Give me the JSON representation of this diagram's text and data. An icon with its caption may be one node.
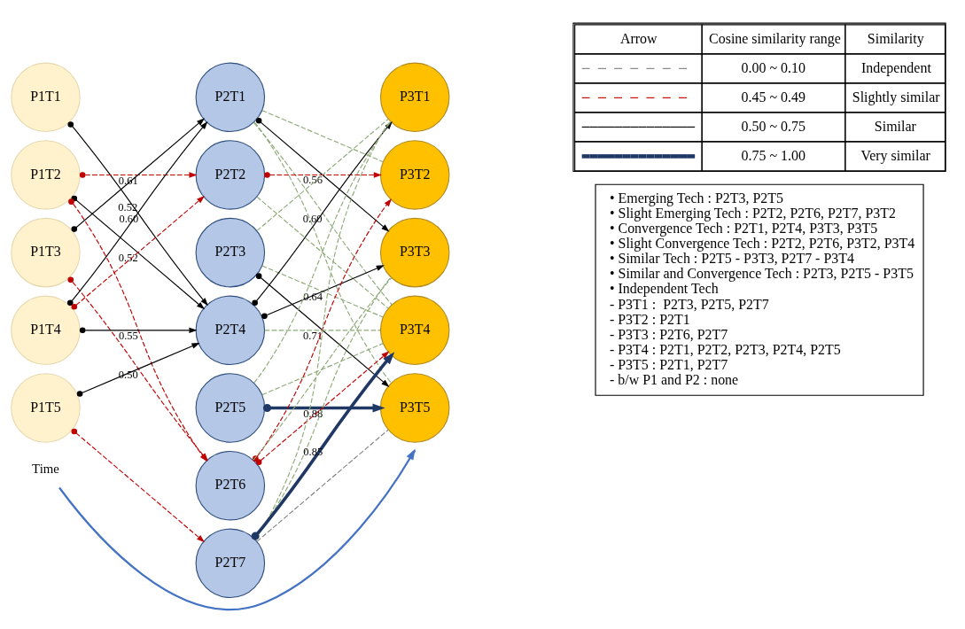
{
  "diagram": {
    "nodes": [
      {
        "text": [
          "P1T1"
        ]
      },
      {
        "text": [
          "P1T2"
        ]
      },
      {
        "text": [
          "P1T3"
        ]
      },
      {
        "text": [
          "P1T4"
        ]
      },
      {
        "text": [
          "P1T5"
        ]
      },
      {
        "text": [
          "P2T1"
        ]
      },
      {
        "text": [
          "P2T2"
        ]
      },
      {
        "text": [
          "P2T3"
        ]
      },
      {
        "text": [
          "P2T4"
        ]
      },
      {
        "text": [
          "P2T5"
        ]
      },
      {
        "text": [
          "P2T6"
        ]
      },
      {
        "text": [
          "P2T7"
        ]
      },
      {
        "text": [
          "P3T1"
        ]
      },
      {
        "text": [
          "P3T2"
        ]
      },
      {
        "text": [
          "P3T3"
        ]
      },
      {
        "text": [
          "P3T4"
        ]
      },
      {
        "text": [
          "P3T5"
        ]
      }
    ],
    "edges": [
      {
        "from": 0,
        "to": 8,
        "arrow": "to",
        "label": "0.60",
        "color": "#000000"
      },
      {
        "from": 1,
        "to": 8,
        "arrow": "to",
        "label": "0.52",
        "color": "#000000"
      },
      {
        "from": 1,
        "to": 6,
        "arrow": "to",
        "style": "dashed",
        "color": "#c00000"
      },
      {
        "from": 1,
        "to": 10,
        "arrow": "to",
        "style": "dashed",
        "color": "#c00000"
      },
      {
        "from": 2,
        "to": 5,
        "arrow": "to",
        "label": "0.61",
        "color": "#000000"
      },
      {
        "from": 2,
        "to": 10,
        "arrow": "to",
        "style": "dashed",
        "color": "#c00000"
      },
      {
        "from": 3,
        "to": 5,
        "arrow": "to",
        "label": "0.52",
        "color": "#000000"
      },
      {
        "from": 3,
        "to": 8,
        "arrow": "to",
        "label": "0.55",
        "color": "#000000"
      },
      {
        "from": 3,
        "to": 6,
        "arrow": "to",
        "style": "dashed",
        "color": "#c00000"
      },
      {
        "from": 4,
        "to": 8,
        "arrow": "to",
        "label": "0.50",
        "color": "#000000"
      },
      {
        "from": 4,
        "to": 11,
        "arrow": "to",
        "style": "dashed",
        "color": "#c00000"
      },
      {
        "from": 5,
        "to": 14,
        "arrow": "to",
        "label": "0.56",
        "color": "#000000"
      },
      {
        "from": 5,
        "to": 13,
        "arrow": "none",
        "style": "dashed",
        "color": "#8faa78"
      },
      {
        "from": 5,
        "to": 15,
        "arrow": "none",
        "style": "dashed",
        "color": "#8faa78"
      },
      {
        "from": 5,
        "to": 16,
        "arrow": "none",
        "style": "dashed",
        "color": "#8faa78"
      },
      {
        "from": 6,
        "to": 13,
        "arrow": "to",
        "style": "dashed",
        "color": "#c00000"
      },
      {
        "from": 6,
        "to": 15,
        "arrow": "none",
        "style": "dashed",
        "color": "#8faa78"
      },
      {
        "from": 7,
        "to": 16,
        "arrow": "to",
        "label": "0.71",
        "color": "#000000"
      },
      {
        "from": 7,
        "to": 12,
        "arrow": "none",
        "style": "dashed",
        "color": "#8faa78"
      },
      {
        "from": 7,
        "to": 15,
        "arrow": "none",
        "style": "dashed",
        "color": "#8faa78"
      },
      {
        "from": 8,
        "to": 12,
        "arrow": "to",
        "label": "0.60",
        "color": "#000000"
      },
      {
        "from": 8,
        "to": 14,
        "arrow": "to",
        "label": "0.64",
        "color": "#000000"
      },
      {
        "from": 8,
        "to": 15,
        "arrow": "none",
        "style": "dashed",
        "color": "#8faa78"
      },
      {
        "from": 9,
        "to": 16,
        "arrow": "to",
        "label": "0.88",
        "style": "thick",
        "color": "#1f3864"
      },
      {
        "from": 9,
        "to": 12,
        "arrow": "none",
        "style": "dashed",
        "color": "#8faa78"
      },
      {
        "from": 9,
        "to": 15,
        "arrow": "none",
        "style": "dashed",
        "color": "#8faa78"
      },
      {
        "from": 10,
        "to": 13,
        "arrow": "to",
        "style": "dashed",
        "color": "#c00000"
      },
      {
        "from": 10,
        "to": 15,
        "arrow": "to",
        "style": "dashed",
        "color": "#c00000"
      },
      {
        "from": 10,
        "to": 14,
        "arrow": "none",
        "style": "dashed",
        "color": "#8faa78"
      },
      {
        "from": 11,
        "to": 15,
        "arrow": "to",
        "label": "0.85",
        "style": "thick",
        "color": "#1f3864"
      },
      {
        "from": 11,
        "to": 12,
        "arrow": "none",
        "style": "dashed",
        "color": "#8faa78"
      },
      {
        "from": 11,
        "to": 14,
        "arrow": "none",
        "style": "dashed",
        "color": "#8faa78"
      },
      {
        "from": 11,
        "to": 16,
        "arrow": "none",
        "style": "dashed",
        "color": "#7f7f7f"
      }
    ],
    "labels": [
      "Arrow",
      "Cosine similarity range",
      "Similarity",
      "0.00 ~ 0.10",
      "0.45 ~ 0.49",
      "0.50 ~ 0.75",
      "0.75 ~ 1.00",
      "• Emerging Tech : P2T3, P2T5",
      "• Slight Emerging Tech : P2T2, P2T6, P2T7, P3T2",
      "• Convergence Tech : P2T1, P2T4, P3T3, P3T5",
      "• Slight Convergence Tech : P2T2, P2T6, P3T2, P3T4",
      "• Similar Tech : P2T5 - P3T3, P2T7 - P3T4",
      "• Similar and Convergence Tech : P2T3, P2T5 - P3T5",
      "• Independent Tech",
      "- P3T1 :  P2T3, P2T5, P2T7",
      "- P3T2 : P2T1",
      "- P3T3 : P2T6, P2T7",
      "- P3T4 : P2T1, P2T2, P2T3, P2T4, P2T5",
      "- P3T5 : P2T1, P2T7",
      "- b/w P1 and P2 : none",
      "Time"
    ],
    "legend": [
      {
        "text": "Independent"
      },
      {
        "text": "Slightly similar"
      },
      {
        "text": "Similar"
      },
      {
        "text": "Very similar"
      }
    ]
  }
}
